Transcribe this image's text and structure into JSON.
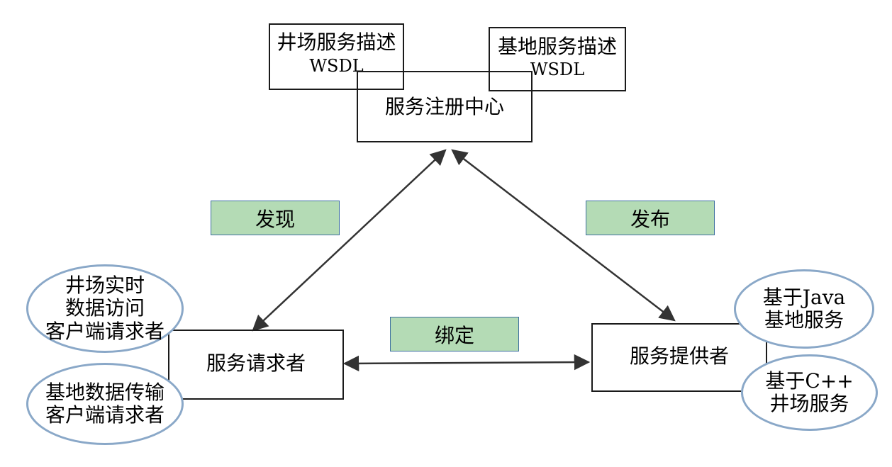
{
  "registry": {
    "title": "服务注册中心",
    "well_desc": {
      "line1": "井场服务描述",
      "line2": "WSDL"
    },
    "base_desc": {
      "line1": "基地服务描述",
      "line2": "WSDL"
    }
  },
  "requester": {
    "title": "服务请求者",
    "clients": [
      {
        "lines": [
          "井场实时",
          "数据访问",
          "客户端请求者"
        ]
      },
      {
        "lines": [
          "基地数据传输",
          "客户端请求者"
        ]
      }
    ]
  },
  "provider": {
    "title": "服务提供者",
    "services": [
      {
        "lines": [
          "基于Java",
          "基地服务"
        ]
      },
      {
        "lines": [
          "基于C++",
          "井场服务"
        ]
      }
    ]
  },
  "labels": {
    "discover": "发现",
    "publish": "发布",
    "bind": "绑定"
  }
}
